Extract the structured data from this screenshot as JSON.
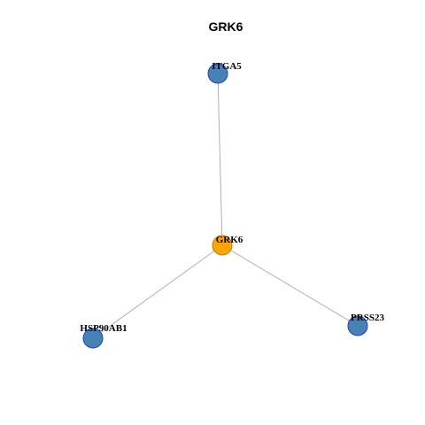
{
  "title": "GRK6",
  "colors": {
    "center_fill": "#FFA500",
    "center_stroke": "#C07A10",
    "neighbor_fill": "#4682B4",
    "neighbor_stroke": "#1F3FCC",
    "edge": "#B0B0B0"
  },
  "nodes": [
    {
      "id": "GRK6",
      "label": "GRK6",
      "role": "center"
    },
    {
      "id": "ITGA5",
      "label": "ITGA5",
      "role": "neighbor"
    },
    {
      "id": "HSP90AB1",
      "label": "HSP90AB1",
      "role": "neighbor"
    },
    {
      "id": "PRSS23",
      "label": "PRSS23",
      "role": "neighbor"
    }
  ],
  "edges": [
    {
      "source": "GRK6",
      "target": "ITGA5"
    },
    {
      "source": "GRK6",
      "target": "HSP90AB1"
    },
    {
      "source": "GRK6",
      "target": "PRSS23"
    }
  ]
}
